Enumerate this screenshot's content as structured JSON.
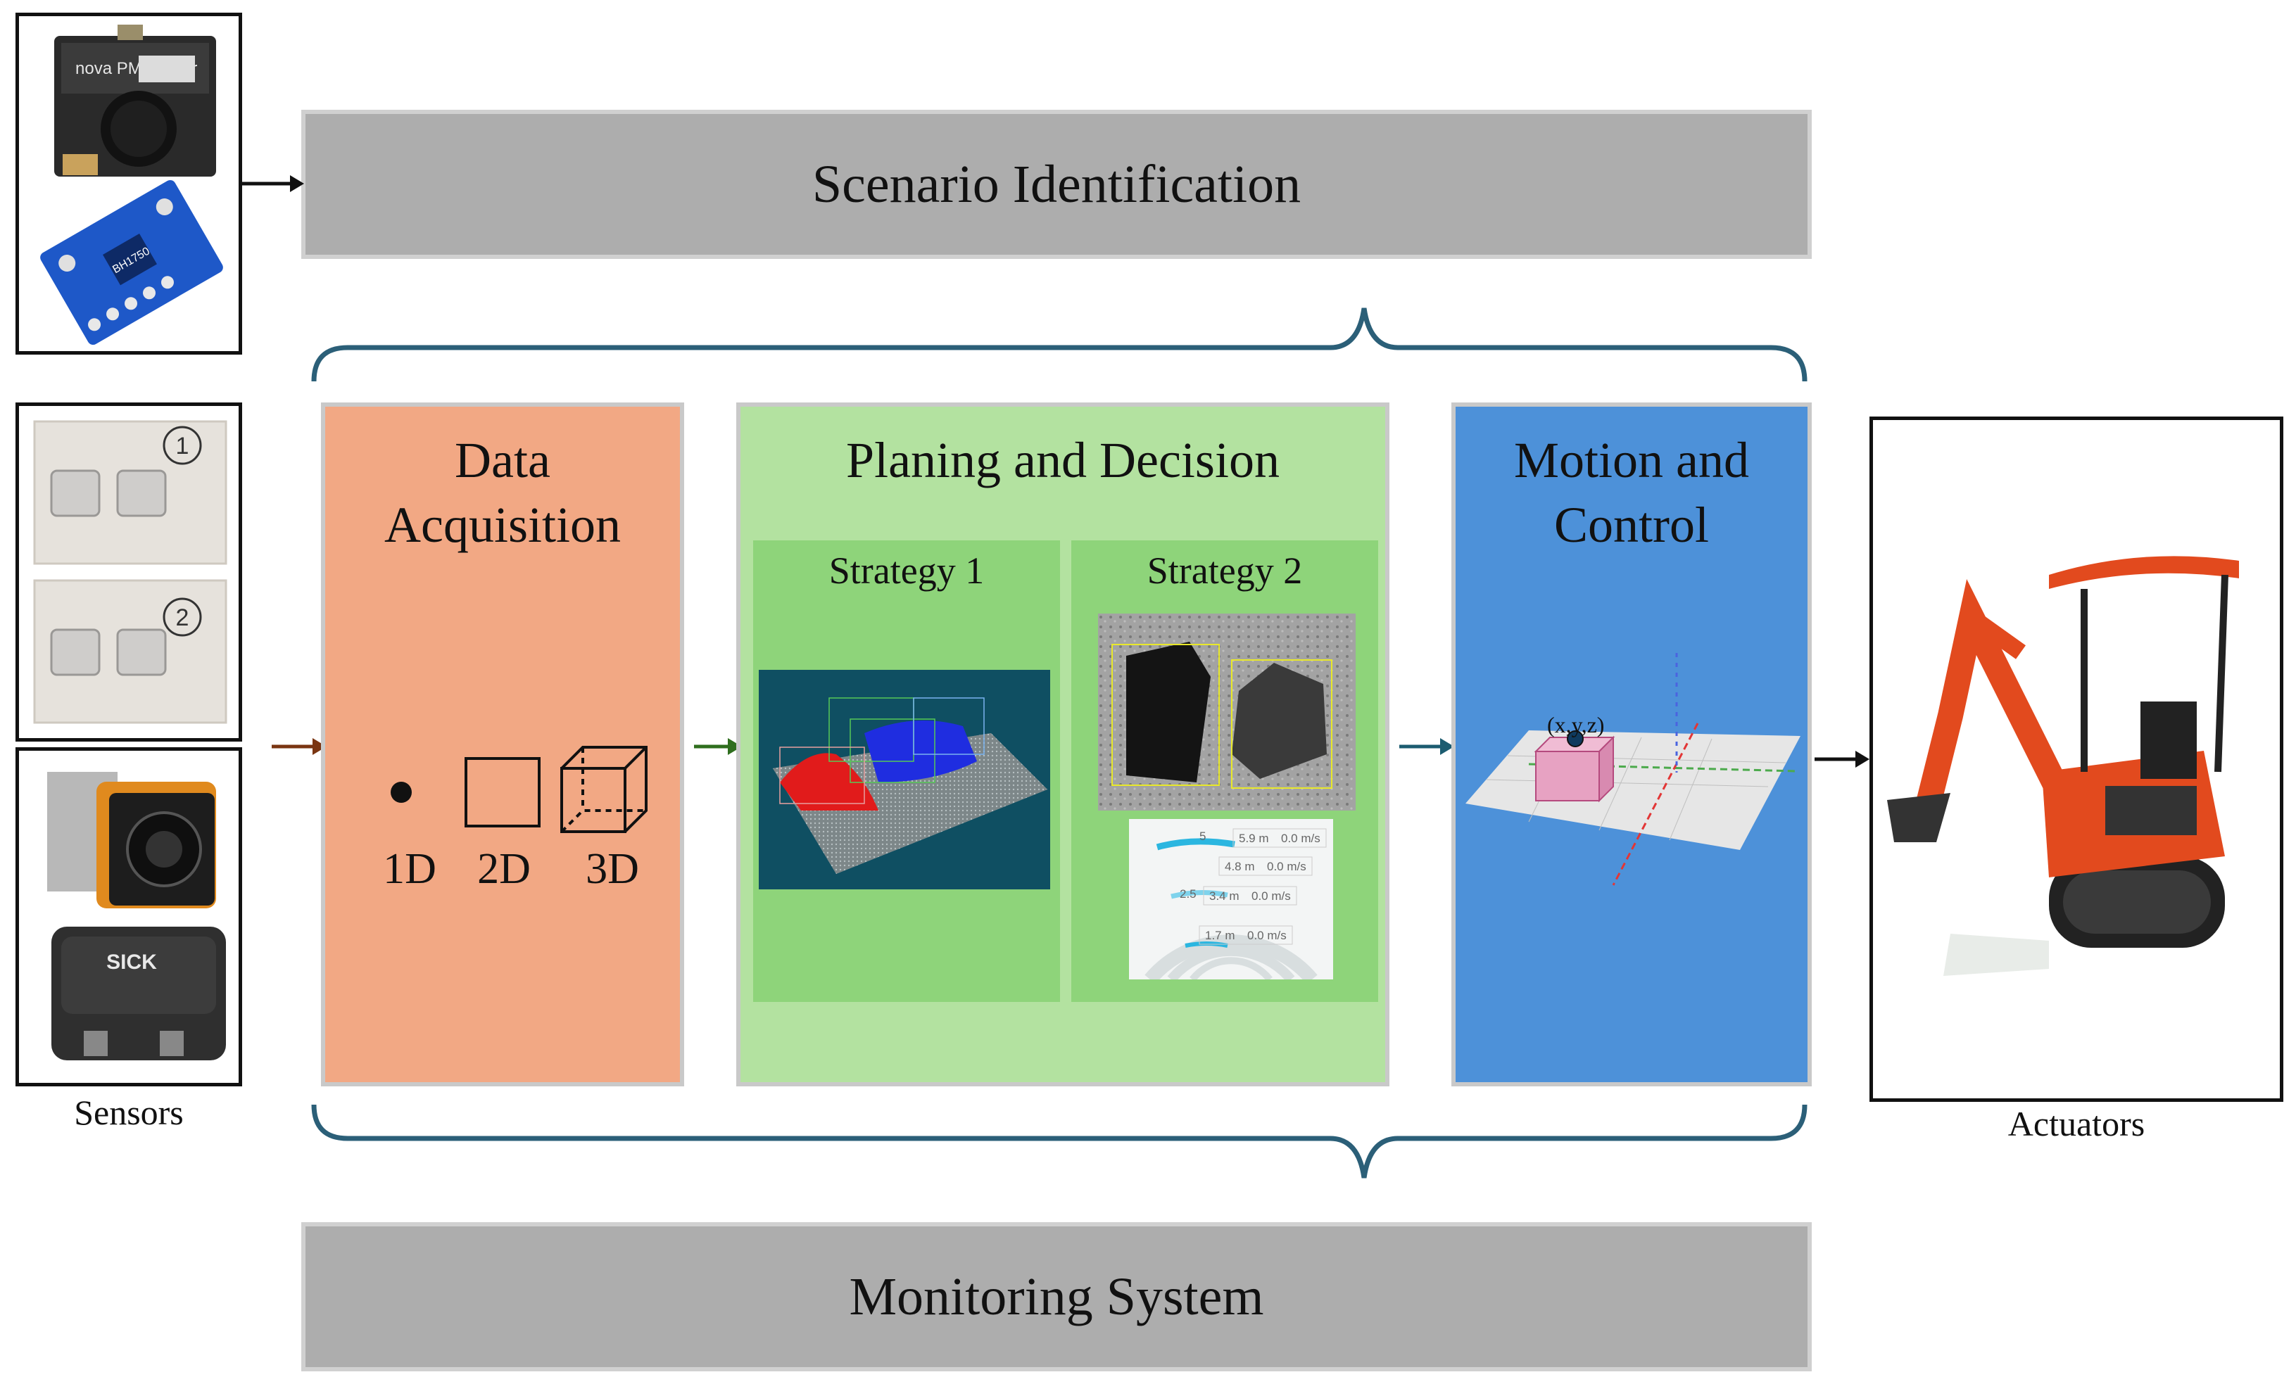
{
  "top_bar": {
    "label": "Scenario Identification"
  },
  "bottom_bar": {
    "label": "Monitoring System"
  },
  "stages": {
    "data_acquisition": {
      "title_line1": "Data",
      "title_line2": "Acquisition",
      "dims": [
        "1D",
        "2D",
        "3D"
      ]
    },
    "planning": {
      "title": "Planing and Decision",
      "strategy1": "Strategy 1",
      "strategy2": "Strategy 2"
    },
    "motion": {
      "title_line1": "Motion and",
      "title_line2": "Control",
      "point_label": "(x,y,z)"
    }
  },
  "sensors": {
    "caption": "Sensors",
    "pm_sensor_text": "nova PM sensor",
    "light_sensor_text": "BH1750",
    "camera_numbers": [
      "1",
      "2"
    ],
    "sick_text": "SICK"
  },
  "actuators": {
    "caption": "Actuators"
  },
  "radar_readouts": [
    {
      "zone": "5",
      "distance": "5.9 m",
      "speed": "0.0 m/s"
    },
    {
      "zone": "",
      "distance": "4.8 m",
      "speed": "0.0 m/s"
    },
    {
      "zone": "2.5",
      "distance": "3.4 m",
      "speed": "0.0 m/s"
    },
    {
      "zone": "",
      "distance": "1.7 m",
      "speed": "0.0 m/s"
    }
  ],
  "colors": {
    "data_acquisition": "#f2a884",
    "planning_outer": "#b3e2a0",
    "strategy": "#8ed47a",
    "motion": "#4d91d9",
    "gray_bar": "#adadad",
    "brace": "#2b5f78",
    "arrow_brown": "#7a3512",
    "arrow_green": "#2f6e1e",
    "arrow_teal": "#1c5c70"
  }
}
